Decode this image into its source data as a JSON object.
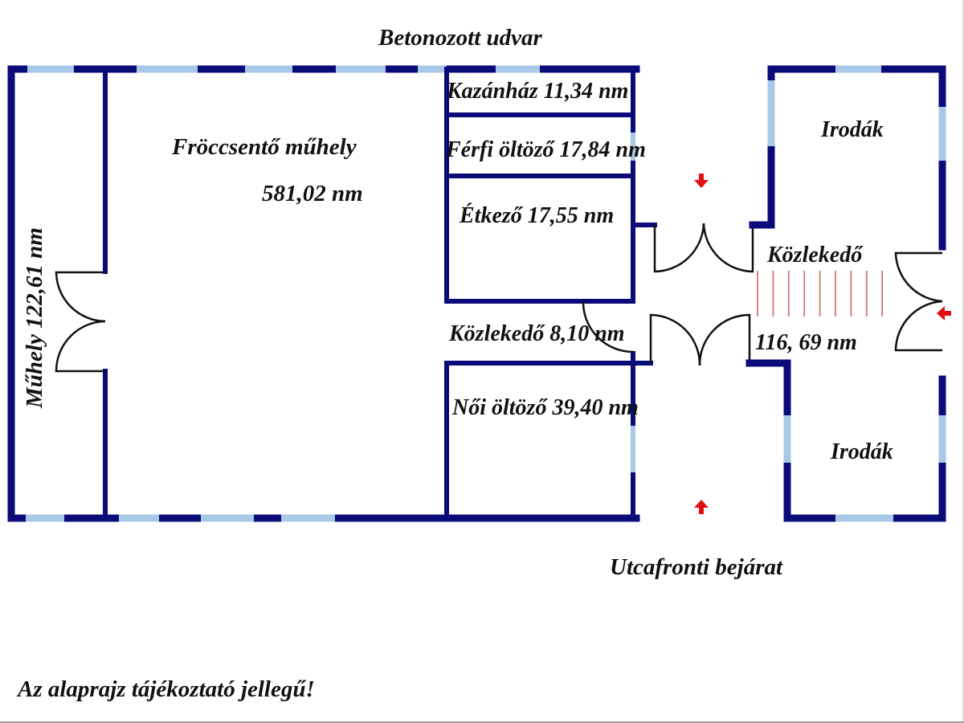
{
  "title": "Alaprajz",
  "colors": {
    "wall": "#0a0a78",
    "window": "#a8c8e8",
    "door": "#111111",
    "stair": "#d07878",
    "arrow": "#e01010"
  },
  "labels": {
    "courtyard": "Betonozott udvar",
    "street_entrance": "Utcafronti bejárat",
    "disclaimer": "Az alaprajz tájékoztató jellegű!"
  },
  "rooms": {
    "workshop_name": "Műhely 122,61 nm",
    "injection_name": "Fröccsentő műhely",
    "injection_area": "581,02 nm",
    "boiler": "Kazánház 11,34 nm",
    "mens_locker": "Férfi öltöző 17,84 nm",
    "dining": "Étkező 17,55 nm",
    "corridor_small": "Közlekedő 8,10 nm",
    "womens_locker": "Női öltöző 39,40 nm",
    "offices_top": "Irodák",
    "offices_bottom": "Irodák",
    "corridor_main_name": "Közlekedő",
    "corridor_main_area": "116, 69 nm"
  },
  "icons": {
    "entry_arrow_top": "arrow-down-icon",
    "entry_arrow_bottom": "arrow-up-icon",
    "entry_arrow_right": "arrow-left-icon",
    "stairs": "stairs-icon"
  }
}
